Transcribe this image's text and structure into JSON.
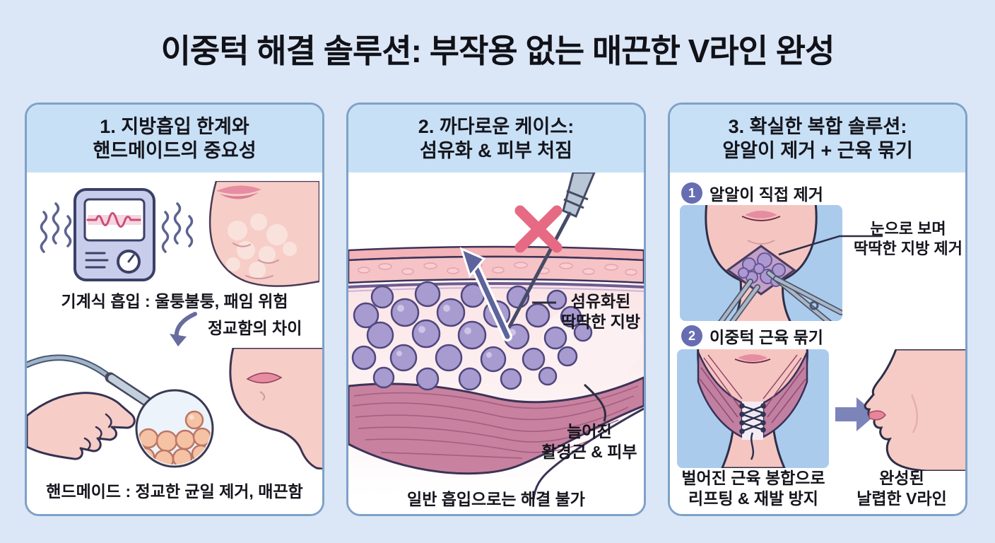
{
  "title": "이중턱 해결 솔루션: 부작용 없는 매끈한 V라인 완성",
  "colors": {
    "page_background": "#dbe7f6",
    "panel_border": "#7fa1c9",
    "panel_header_bg": "#c8e0f5",
    "panel_body_bg": "#ffffff",
    "text": "#15151d",
    "step_badge": "#666db3",
    "x_mark": "#e76a84",
    "deflect_arrow": "#5d639b",
    "result_arrow": "#7c84ba",
    "fat_purple": "#a89bd0",
    "muscle_mauve": "#c8829f",
    "skin_pink": "#f6cbc5",
    "illustration_bg_blue": "#aacbec"
  },
  "panels": [
    {
      "title_line1": "1. 지방흡입 한계와",
      "title_line2": "핸드메이드의 중요성",
      "caption_machine": "기계식 흡입 : 울퉁불퉁, 패임 위험",
      "caption_precision": "정교함의 차이",
      "caption_handmade": "핸드메이드 : 정교한 균일 제거, 매끈함"
    },
    {
      "title_line1": "2. 까다로운 케이스:",
      "title_line2": "섬유화 & 피부 처짐",
      "label_fibrosis_line1": "섬유화된",
      "label_fibrosis_line2": "딱딱한 지방",
      "label_sagging_line1": "늘어진",
      "label_sagging_line2": "활경근 & 피부",
      "caption_bottom": "일반 흡입으로는 해결 불가"
    },
    {
      "title_line1": "3. 확실한 복합 솔루션:",
      "title_line2": "알알이 제거 + 근육 묶기",
      "step1_num": "1",
      "step1_label": "알알이 직접 제거",
      "step1_annotation_line1": "눈으로 보며",
      "step1_annotation_line2": "딱딱한 지방 제거",
      "step2_num": "2",
      "step2_label": "이중턱 근육 묶기",
      "caption_left_line1": "벌어진 근육 봉합으로",
      "caption_left_line2": "리프팅 & 재발 방지",
      "caption_right_line1": "완성된",
      "caption_right_line2": "날렵한 V라인"
    }
  ]
}
